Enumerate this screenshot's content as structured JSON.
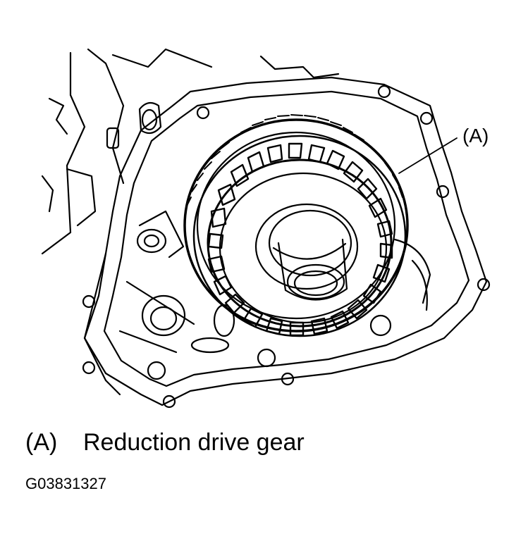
{
  "diagram": {
    "callout_label": "(A)",
    "legend": [
      {
        "key": "(A)",
        "text": "Reduction drive gear"
      }
    ],
    "figure_id": "G03831327",
    "colors": {
      "line": "#000000",
      "background": "#ffffff"
    }
  }
}
